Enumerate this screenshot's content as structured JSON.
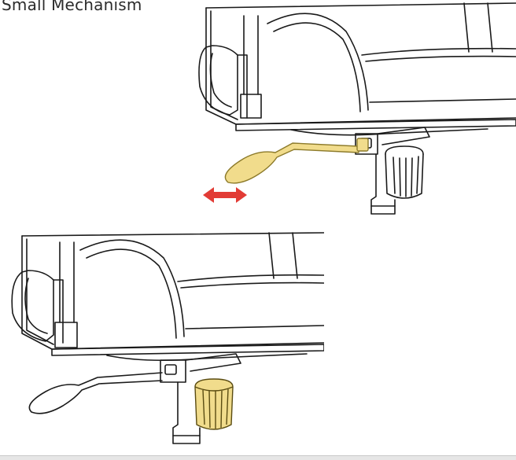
{
  "title": "Small Mechanism",
  "colors": {
    "highlight": "#f1dc8c",
    "highlight_stroke": "#8c7a2a",
    "arrow": "#e23b35",
    "line": "#1a1a1a",
    "background": "#ffffff"
  },
  "figures": [
    {
      "name": "lever-highlighted",
      "highlighted_part": "lever",
      "arrow": "bidirectional-horizontal"
    },
    {
      "name": "knob-highlighted",
      "highlighted_part": "knob"
    }
  ]
}
